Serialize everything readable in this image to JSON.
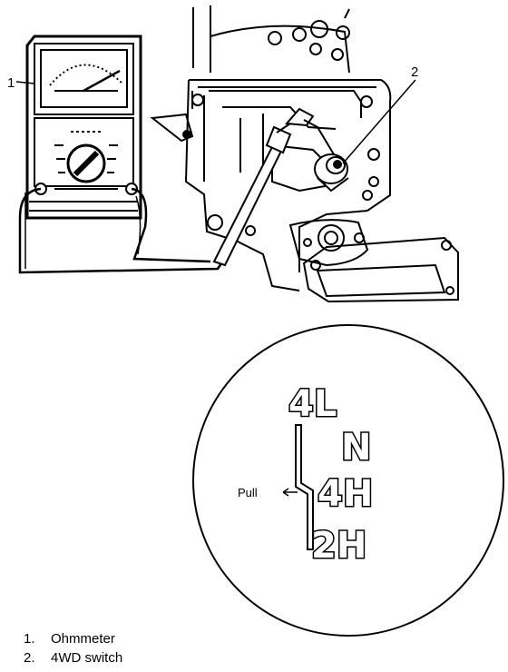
{
  "callouts": {
    "ohmmeter": "1",
    "switch": "2"
  },
  "shift_pattern": {
    "pull_label": "Pull",
    "positions": [
      "4L",
      "N",
      "4H",
      "2H"
    ]
  },
  "legend": [
    {
      "num": "1.",
      "text": "Ohmmeter"
    },
    {
      "num": "2.",
      "text": "4WD switch"
    }
  ]
}
